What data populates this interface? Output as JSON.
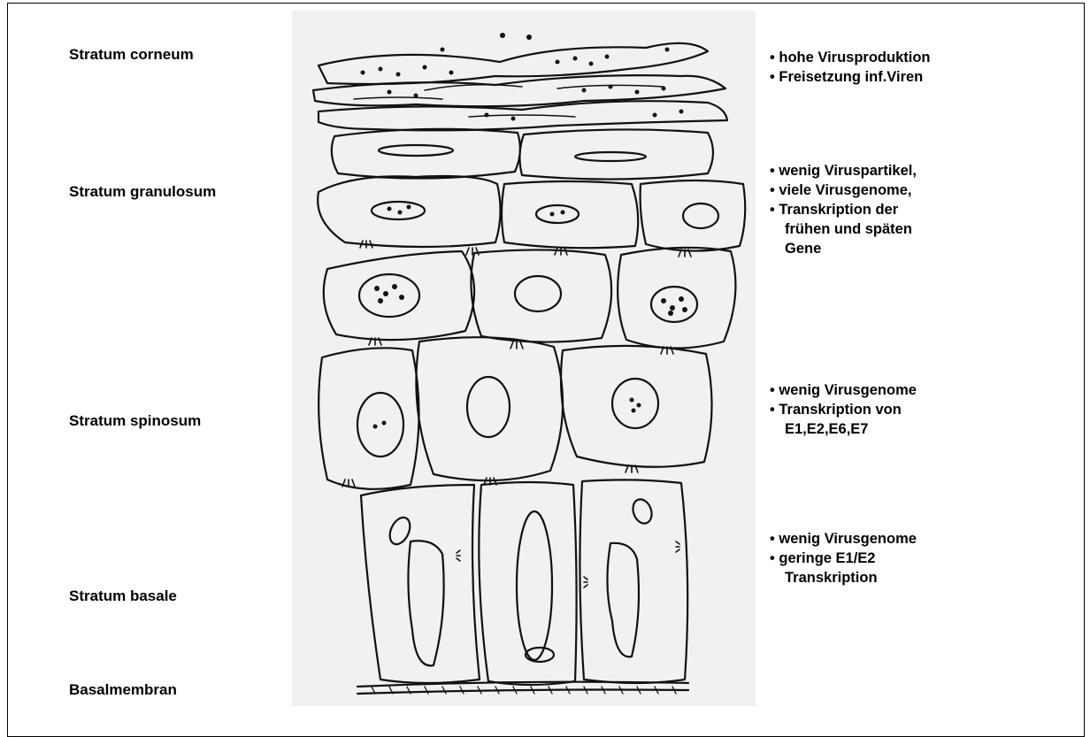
{
  "layers": {
    "corneum": "Stratum corneum",
    "granulosum": "Stratum granulosum",
    "spinosum": "Stratum spinosum",
    "basale": "Stratum basale",
    "membrane": "Basalmembran"
  },
  "notes": {
    "corneum": [
      "• hohe Virusproduktion",
      "• Freisetzung inf.Viren"
    ],
    "granulosum": [
      "• wenig Viruspartikel,",
      "• viele Virusgenome,",
      "• Transkription der",
      "frühen und späten",
      "Gene"
    ],
    "spinosum": [
      "• wenig Virusgenome",
      "• Transkription von",
      "E1,E2,E6,E7"
    ],
    "basale": [
      "• wenig Virusgenome",
      "• geringe E1/E2",
      "Transkription"
    ]
  }
}
